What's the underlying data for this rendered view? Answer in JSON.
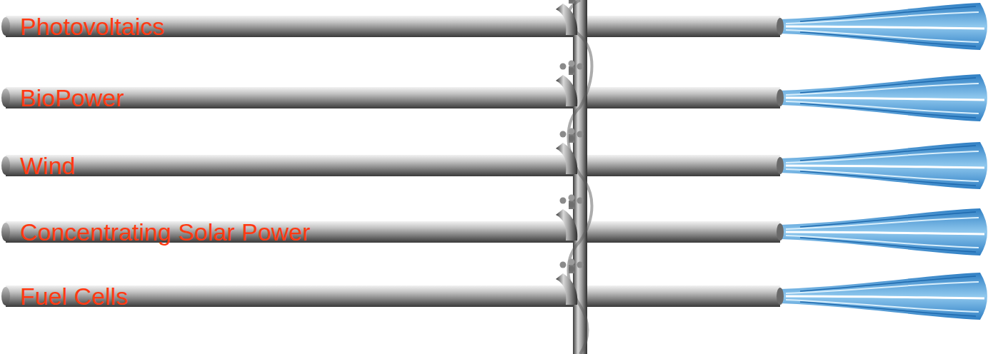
{
  "diagram": {
    "nodes": [
      {
        "text": [
          "Photovoltaics"
        ]
      },
      {
        "text": [
          "BioPower"
        ]
      },
      {
        "text": [
          "Wind"
        ]
      },
      {
        "text": [
          "Concentrating Solar Power"
        ]
      },
      {
        "text": [
          "Fuel Cells"
        ]
      }
    ]
  }
}
